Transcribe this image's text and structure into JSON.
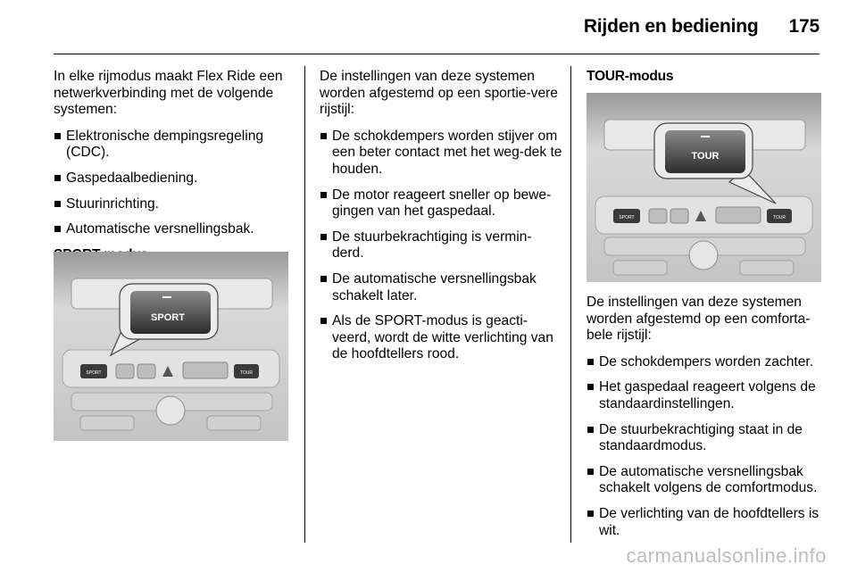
{
  "header": {
    "section": "Rijden en bediening",
    "page_number": "175"
  },
  "col1": {
    "intro": "In elke rijmodus maakt Flex Ride een netwerkverbinding met de volgende systemen:",
    "items": [
      "Elektronische dempingsregeling (CDC).",
      "Gaspedaalbediening.",
      "Stuurinrichting.",
      "Automatische versnellingsbak."
    ],
    "sport_heading": "SPORT-modus",
    "sport_button_label": "SPORT",
    "panel_button_left": "SPORT",
    "panel_button_right": "TOUR"
  },
  "col2": {
    "intro": "De instellingen van deze systemen worden afgestemd op een sportie-vere rijstijl:",
    "items": [
      "De schokdempers worden stijver om een beter contact met het weg-dek te houden.",
      "De motor reageert sneller op bewe-gingen van het gaspedaal.",
      "De stuurbekrachtiging is vermin-derd.",
      "De automatische versnellingsbak schakelt later.",
      "Als de SPORT-modus is geacti-veerd, wordt de witte verlichting van de hoofdtellers rood."
    ]
  },
  "col3": {
    "tour_heading": "TOUR-modus",
    "tour_button_label": "TOUR",
    "panel_button_left": "SPORT",
    "panel_button_right": "TOUR",
    "intro": "De instellingen van deze systemen worden afgestemd op een comforta-bele rijstijl:",
    "items": [
      "De schokdempers worden zachter.",
      "Het gaspedaal reageert volgens de standaardinstellingen.",
      "De stuurbekrachtiging staat in de standaardmodus.",
      "De automatische versnellingsbak schakelt volgens de comfortmodus.",
      "De verlichting van de hoofdtellers is wit."
    ]
  },
  "footer": {
    "watermark": "carmanualsonline.info"
  }
}
